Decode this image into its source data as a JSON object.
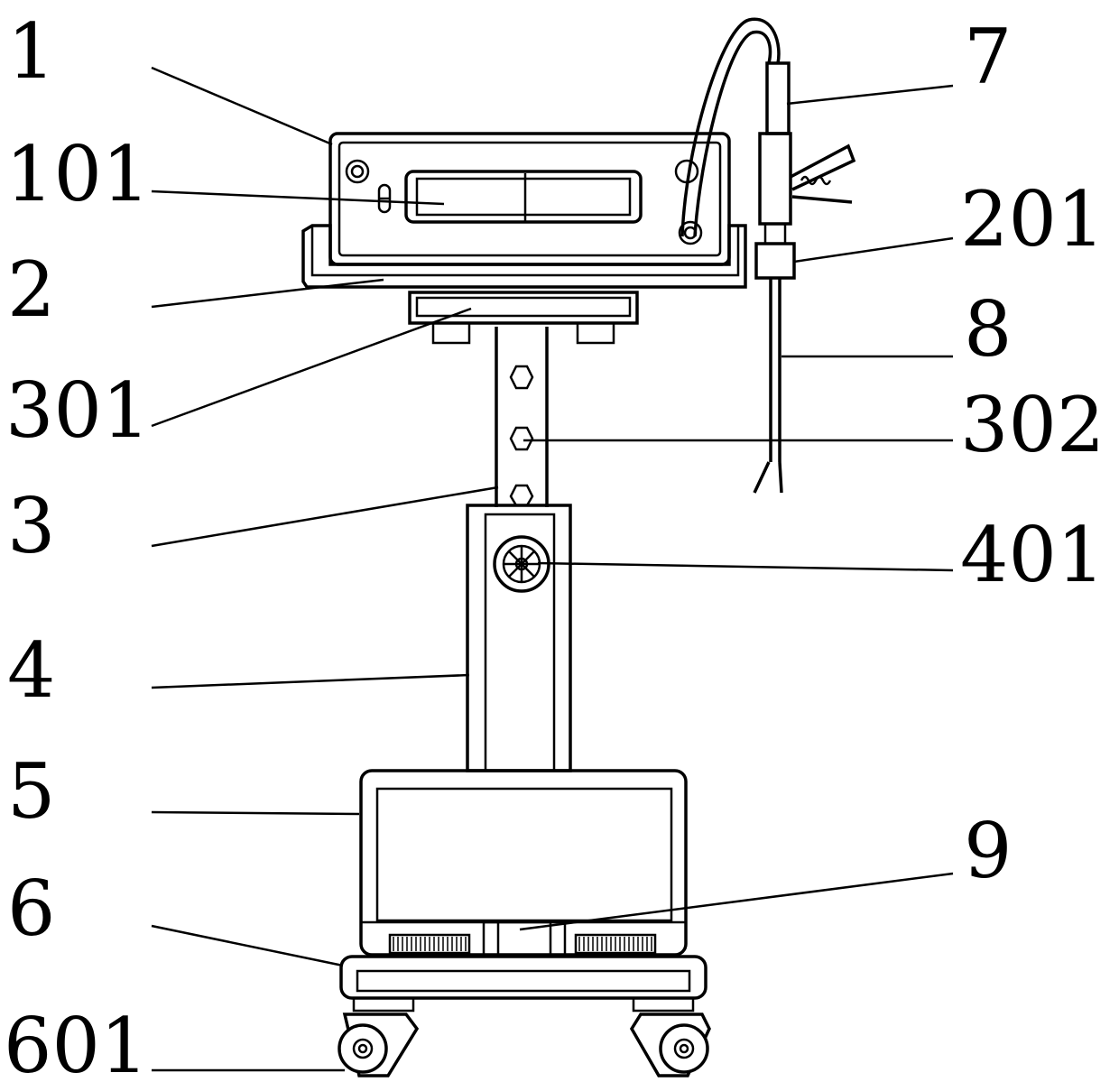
{
  "labels": {
    "l1": "1",
    "l101": "101",
    "l2": "2",
    "l301": "301",
    "l3": "3",
    "l4": "4",
    "l5": "5",
    "l6": "6",
    "l601": "601",
    "l7": "7",
    "l201": "201",
    "l8": "8",
    "l302": "302",
    "l401": "401",
    "l9": "9"
  },
  "colors": {
    "line": "#000000",
    "background": "#ffffff"
  }
}
